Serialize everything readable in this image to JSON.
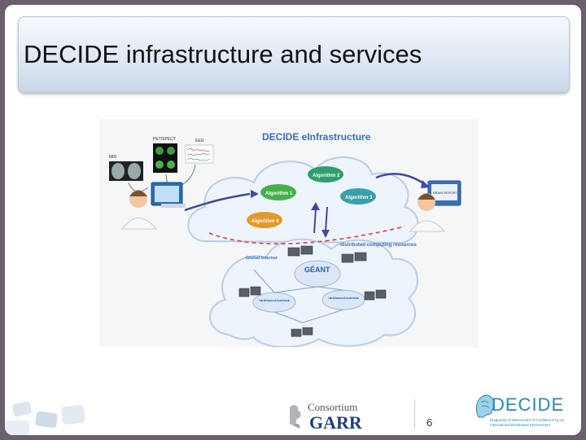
{
  "slide": {
    "title": "DECIDE infrastructure and services",
    "page_number": "6"
  },
  "figure": {
    "heading": "DECIDE eInfrastructure",
    "labels": {
      "mri": "MRI",
      "pet_spect": "PET/SPECT",
      "eeg": "EEG",
      "algorithm_1": "Algorithm 1",
      "algorithm_2": "Algorithm 2",
      "algorithm_3": "Algorithm 3",
      "algorithm_4": "Algorithm 4",
      "distributed": "distributed computing resources",
      "global_internet": "Global Internet",
      "geant": "GÉANT",
      "nren_left": "National Research and Education Network",
      "nren_right": "National Research and Education Network",
      "brain_report": "BRAIN REPORT"
    }
  },
  "footer": {
    "garr_top": "Consortium",
    "garr_bottom": "GARR",
    "decide_name": "DECIDE",
    "decide_tagline": "Diagnostic Enhancement of Confidence by an International Distributed Environment"
  },
  "colors": {
    "heading_blue": "#3a6fb7",
    "cloud_fill": "#eef4fc",
    "cloud_stroke": "#b9cde6",
    "arrow": "#3e4aa0",
    "dashed": "#d9322e",
    "algo_1": "#43b04a",
    "algo_2": "#2f9e6f",
    "algo_3": "#3aa0a8",
    "algo_4": "#e39a2c"
  }
}
